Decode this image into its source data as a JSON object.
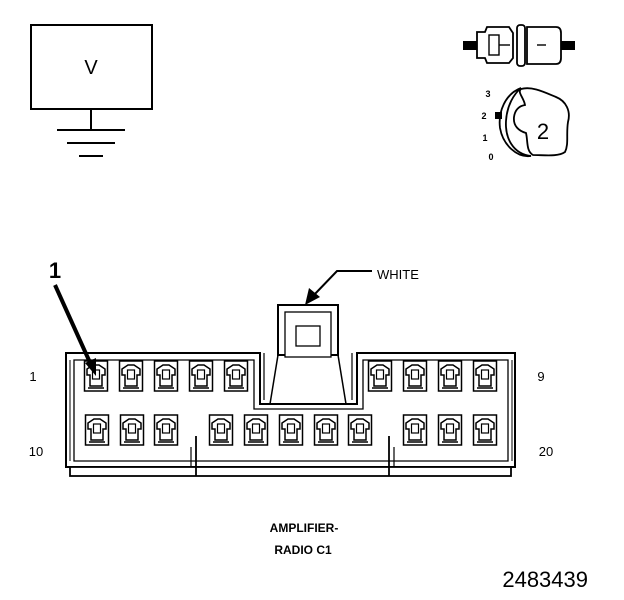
{
  "meter_symbol": {
    "label": "V"
  },
  "connector_icon": {
    "name": "connector-side-view-icon"
  },
  "position_dial": {
    "positions": [
      "3",
      "2",
      "1",
      "0"
    ],
    "selected_label": "2"
  },
  "connector": {
    "pin_callout": "1",
    "tab_label": "WHITE",
    "left_top_number": "1",
    "right_top_number": "9",
    "left_bottom_number": "10",
    "right_bottom_number": "20",
    "name_line1": "AMPLIFIER-",
    "name_line2": "RADIO C1"
  },
  "figure_id": "2483439"
}
